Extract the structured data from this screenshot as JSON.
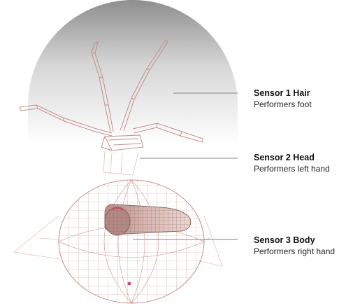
{
  "sensors": [
    {
      "title": "Sensor 1 Hair",
      "subtitle": "Performers foot"
    },
    {
      "title": "Sensor 2 Head",
      "subtitle": "Performers left hand"
    },
    {
      "title": "Sensor 3 Body",
      "subtitle": "Performers right hand"
    }
  ],
  "colors": {
    "background": "#ffffff",
    "dome_gradient_top": "#8e8e8e",
    "dome_gradient_bottom": "#ffffff",
    "wireframe": "#c4908a",
    "wireframe_light": "#e2c4bf",
    "hand_fill": "#c8a4a0",
    "callout_line": "#9a9a9a",
    "sensor_dot": "#c0506a"
  }
}
